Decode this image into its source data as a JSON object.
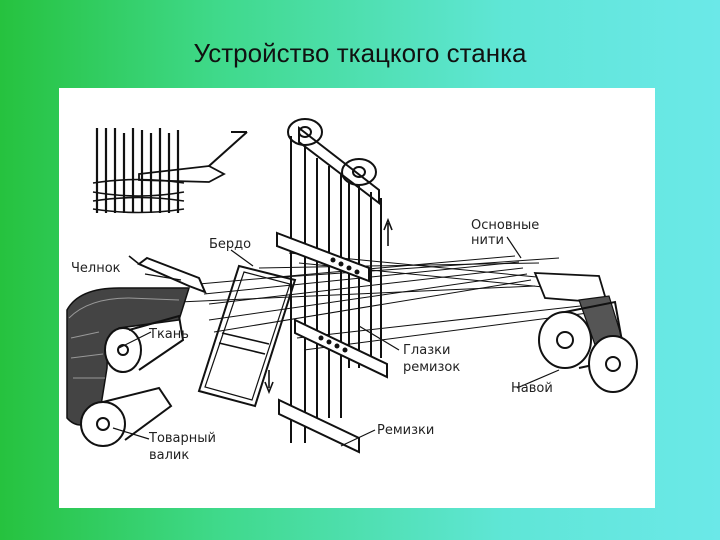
{
  "slide": {
    "title": "Устройство ткацкого станка"
  },
  "diagram": {
    "labels": {
      "osnovnye_line1": "Основные",
      "osnovnye_line2": "нити",
      "berdo": "Бердо",
      "chelnok": "Челнок",
      "tkan": "Ткань",
      "glazki_line1": "Глазки",
      "glazki_line2": "ремизок",
      "navoy": "Навой",
      "remizki": "Ремизки",
      "tovarny_line1": "Товарный",
      "tovarny_line2": "валик"
    }
  }
}
